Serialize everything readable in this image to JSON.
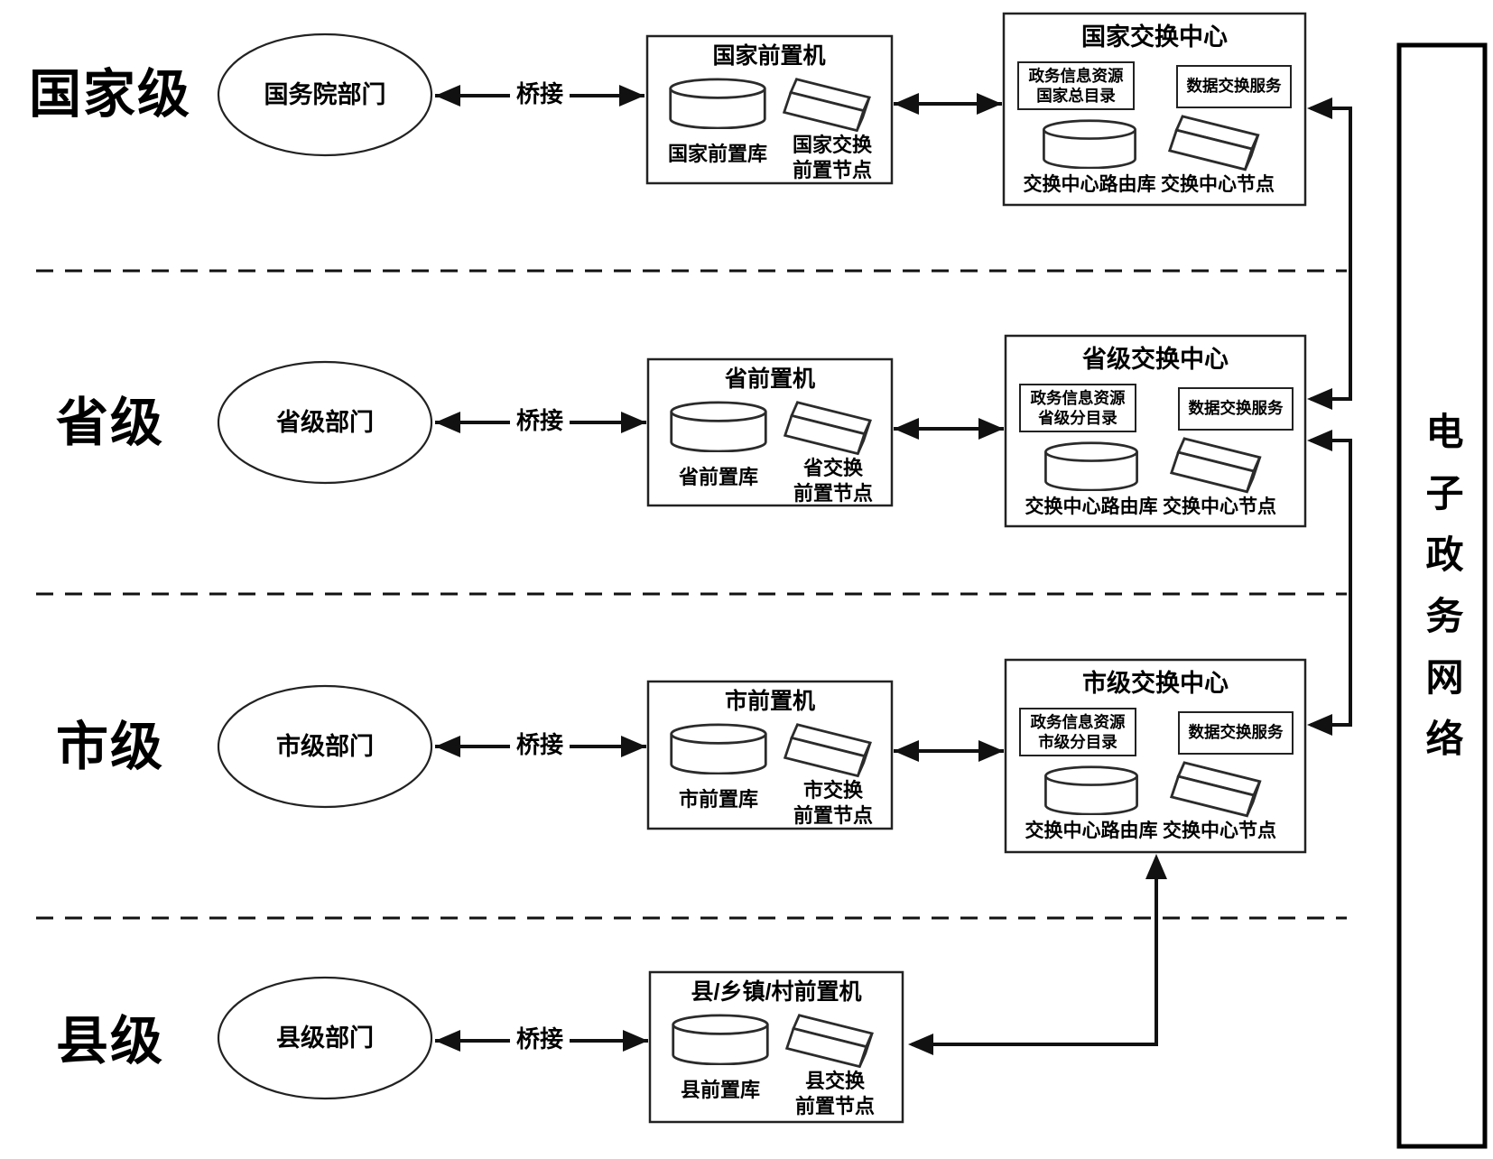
{
  "diagram": {
    "bridge_label": "桥接",
    "network_label": "电子政务网络"
  },
  "rows": [
    {
      "level": "国家级",
      "department": "国务院部门",
      "front": {
        "title": "国家前置机",
        "db": "国家前置库",
        "node_line1": "国家交换",
        "node_line2": "前置节点"
      },
      "exchange": {
        "title": "国家交换中心",
        "catalog_line1": "政务信息资源",
        "catalog_line2": "国家总目录",
        "service": "数据交换服务",
        "router": "交换中心路由库",
        "node": "交换中心节点"
      }
    },
    {
      "level": "省级",
      "department": "省级部门",
      "front": {
        "title": "省前置机",
        "db": "省前置库",
        "node_line1": "省交换",
        "node_line2": "前置节点"
      },
      "exchange": {
        "title": "省级交换中心",
        "catalog_line1": "政务信息资源",
        "catalog_line2": "省级分目录",
        "service": "数据交换服务",
        "router": "交换中心路由库",
        "node": "交换中心节点"
      }
    },
    {
      "level": "市级",
      "department": "市级部门",
      "front": {
        "title": "市前置机",
        "db": "市前置库",
        "node_line1": "市交换",
        "node_line2": "前置节点"
      },
      "exchange": {
        "title": "市级交换中心",
        "catalog_line1": "政务信息资源",
        "catalog_line2": "市级分目录",
        "service": "数据交换服务",
        "router": "交换中心路由库",
        "node": "交换中心节点"
      }
    },
    {
      "level": "县级",
      "department": "县级部门",
      "front": {
        "title": "县/乡镇/村前置机",
        "db": "县前置库",
        "node_line1": "县交换",
        "node_line2": "前置节点"
      }
    }
  ]
}
